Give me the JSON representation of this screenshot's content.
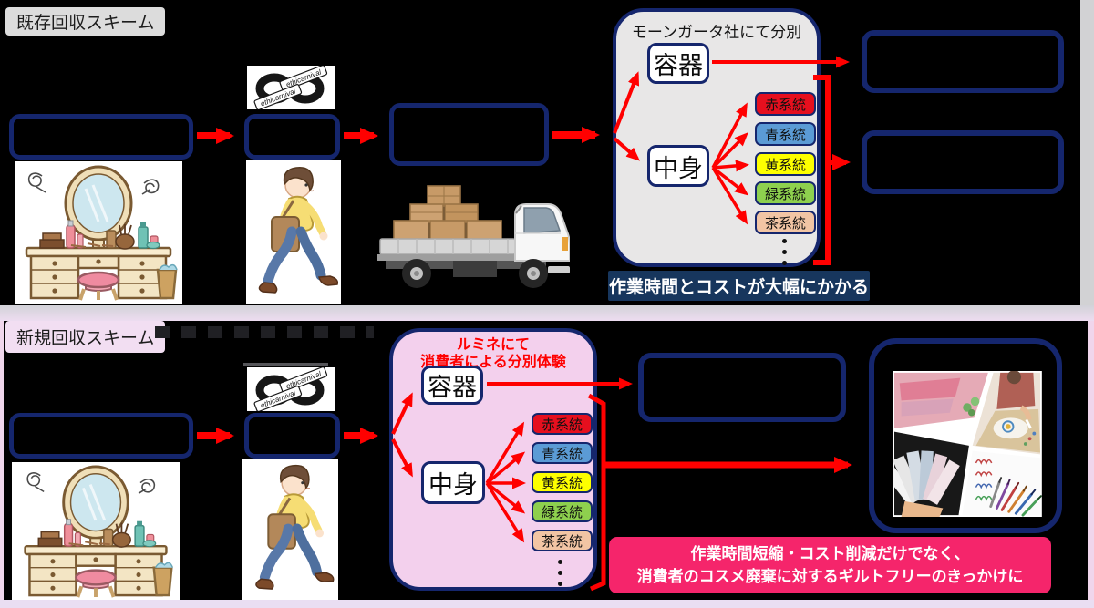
{
  "palette": {
    "navy_border": "#15266d",
    "navy_banner": "#17365d",
    "arrow_red": "#ff0000",
    "pink_banner": "#f5256b",
    "pink_panel": "#f3d0ed",
    "gray_panel": "#e8e7e7"
  },
  "logo": {
    "text": "ethicarnival"
  },
  "categories": [
    {
      "label": "赤系統",
      "color": "#e60f1e"
    },
    {
      "label": "青系統",
      "color": "#5b9bd5"
    },
    {
      "label": "黄系統",
      "color": "#fdff00"
    },
    {
      "label": "緑系統",
      "color": "#8ed04e"
    },
    {
      "label": "茶系統",
      "color": "#f2c5a4"
    }
  ],
  "scheme_existing": {
    "label": "既存回収スキーム",
    "sorter_title": "モーンガータ社にて分別",
    "container_label": "容器",
    "contents_label": "中身",
    "note": "作業時間とコストが大幅にかかる"
  },
  "scheme_new": {
    "label": "新規回収スキーム",
    "sorter_title_line1": "ルミネにて",
    "sorter_title_line2": "消費者による分別体験",
    "container_label": "容器",
    "contents_label": "中身",
    "banner_line1": "作業時間短縮・コスト削減だけでなく、",
    "banner_line2": "消費者のコスメ廃棄に対するギルトフリーのきっかけに"
  }
}
